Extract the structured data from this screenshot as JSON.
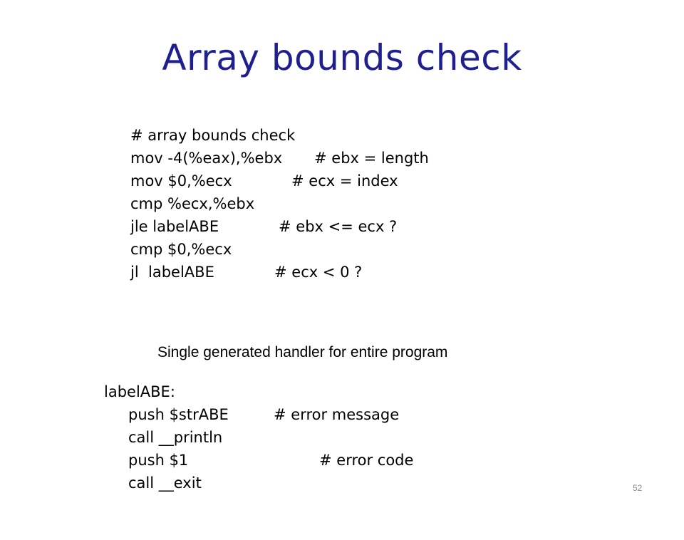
{
  "slide": {
    "title": "Array bounds check",
    "caption": "Single generated handler for entire program",
    "page_number": "52"
  },
  "check_code": [
    {
      "instr": "# array bounds check",
      "comment": ""
    },
    {
      "instr": "mov -4(%eax),%ebx",
      "comment": "# ebx = length"
    },
    {
      "instr": "mov $0,%ecx",
      "comment": "# ecx = index"
    },
    {
      "instr": "cmp %ecx,%ebx",
      "comment": ""
    },
    {
      "instr": "jle labelABE",
      "comment": "# ebx <= ecx ?"
    },
    {
      "instr": "cmp $0,%ecx",
      "comment": ""
    },
    {
      "instr": "jl  labelABE",
      "comment": "# ecx < 0 ?"
    }
  ],
  "handler_code": [
    {
      "instr": "labelABE:",
      "comment": ""
    },
    {
      "instr": "push $strABE",
      "comment": "# error message"
    },
    {
      "instr": "call __println",
      "comment": ""
    },
    {
      "instr": "push $1",
      "comment": "# error code"
    },
    {
      "instr": "call __exit",
      "comment": ""
    }
  ]
}
